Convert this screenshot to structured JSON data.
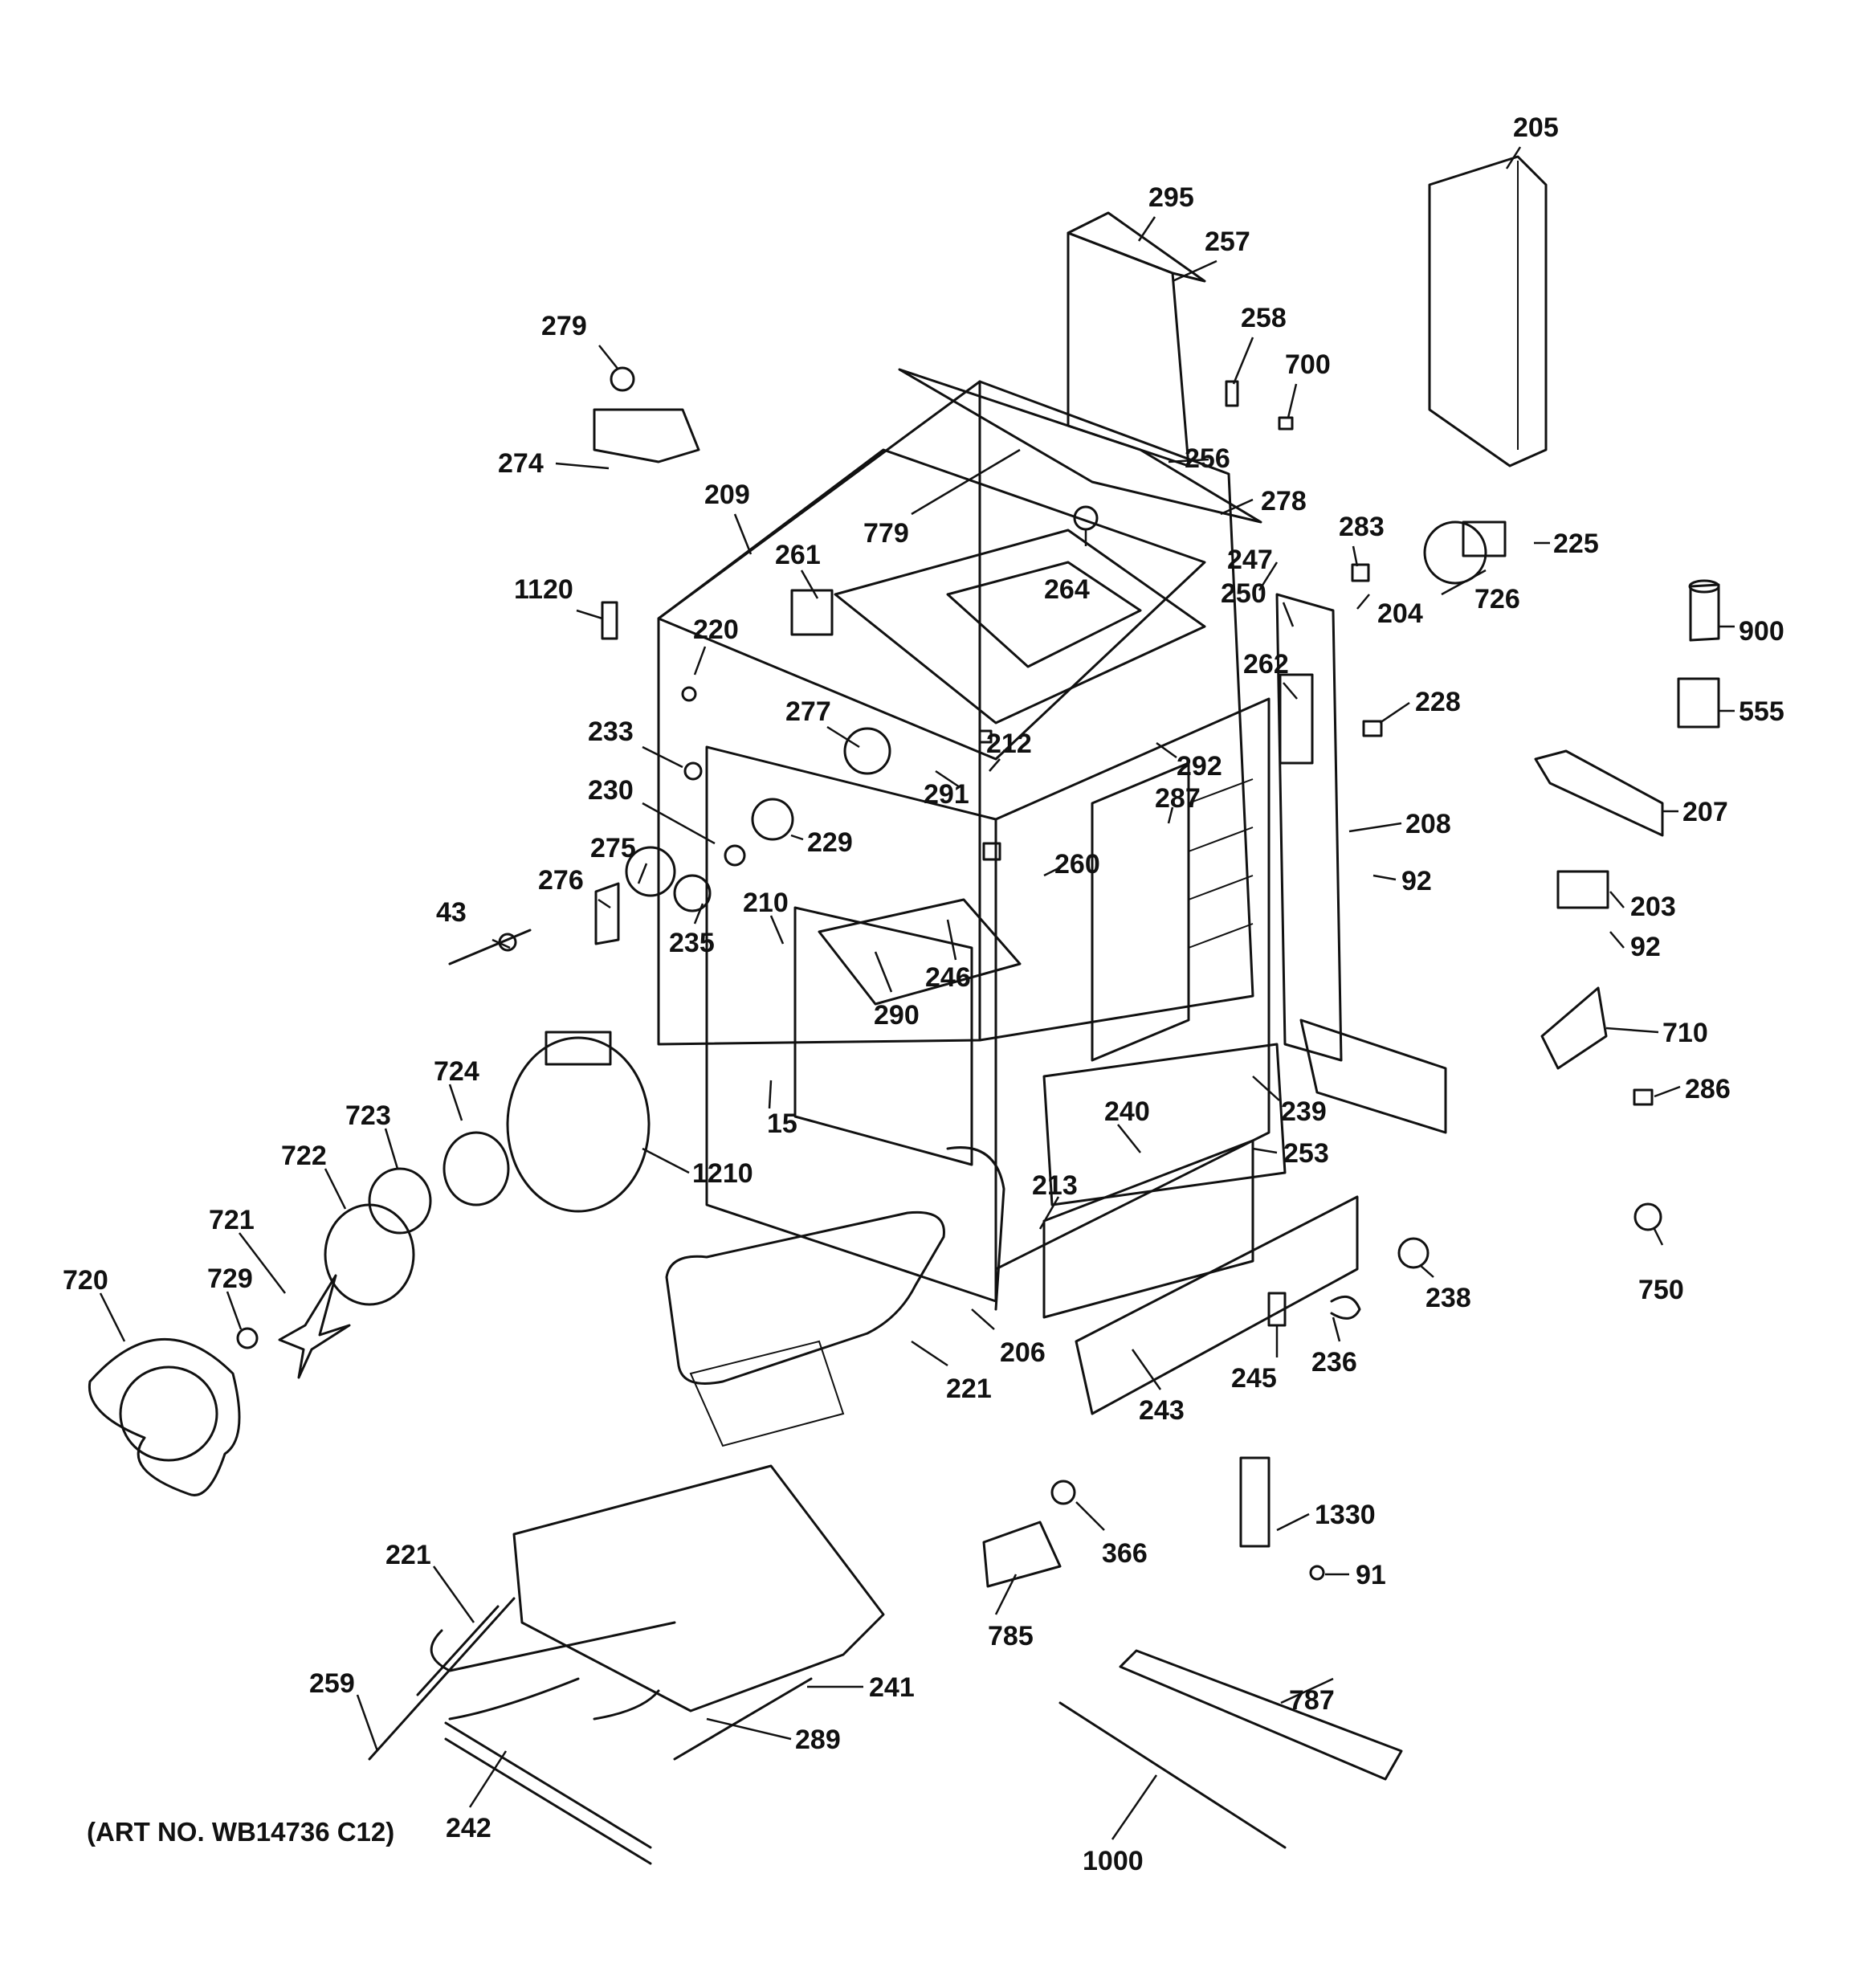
{
  "art_note": "(ART NO. WB14736 C12)",
  "labels": [
    "205",
    "295",
    "257",
    "258",
    "700",
    "279",
    "274",
    "256",
    "278",
    "209",
    "779",
    "261",
    "264",
    "283",
    "247",
    "225",
    "250",
    "726",
    "204",
    "1120",
    "220",
    "262",
    "900",
    "228",
    "555",
    "233",
    "277",
    "212",
    "292",
    "291",
    "287",
    "230",
    "207",
    "229",
    "275",
    "260",
    "208",
    "276",
    "92",
    "43",
    "210",
    "203",
    "92",
    "235",
    "246",
    "290",
    "710",
    "286",
    "15",
    "239",
    "724",
    "240",
    "253",
    "723",
    "1210",
    "722",
    "213",
    "721",
    "238",
    "750",
    "720",
    "729",
    "206",
    "236",
    "245",
    "221",
    "243",
    "366",
    "1330",
    "91",
    "221",
    "785",
    "241",
    "259",
    "289",
    "787",
    "242",
    "1000"
  ]
}
